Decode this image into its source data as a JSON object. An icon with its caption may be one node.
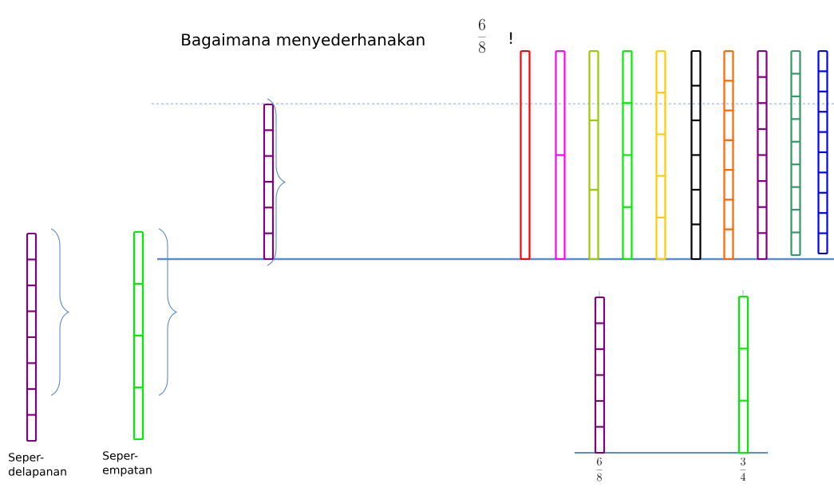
{
  "diagram": {
    "title": "Bagaimana menyederhanakan",
    "labels": [
      "\\frac{6}{8}",
      "!",
      "Seper- delapanan",
      "Seper- empatan",
      "\\frac{6}{8}",
      "\\frac{3}{4}"
    ]
  }
}
